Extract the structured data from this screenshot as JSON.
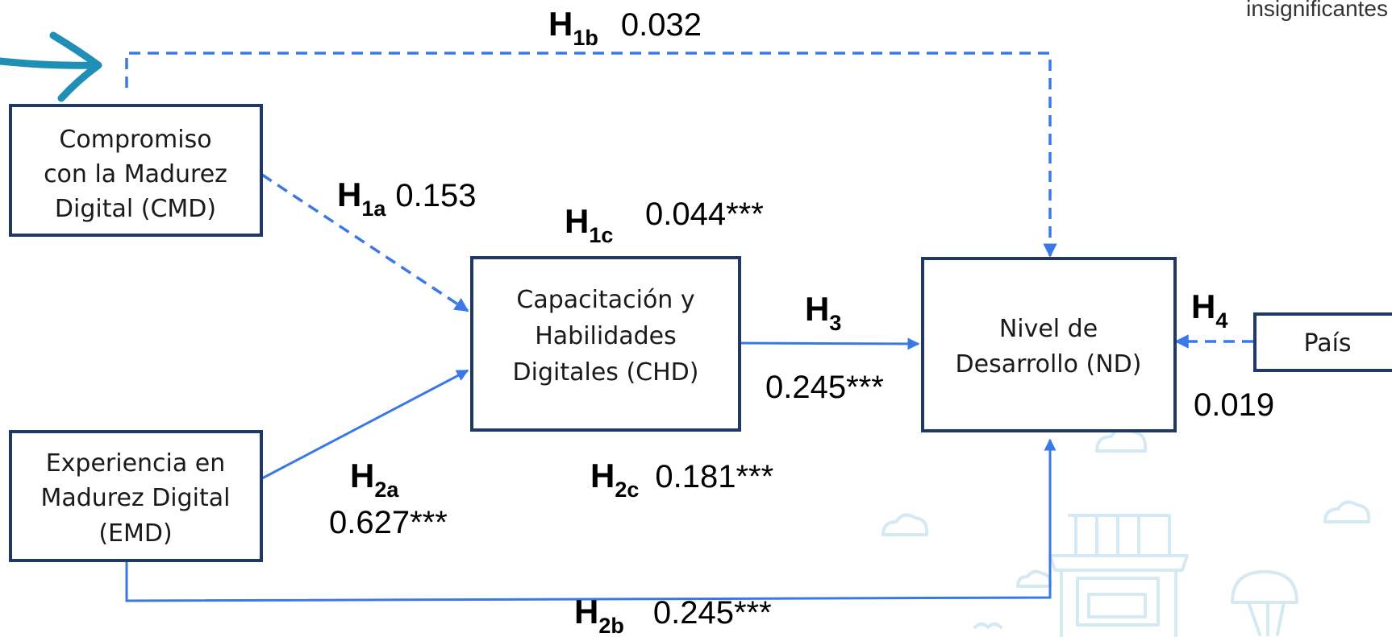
{
  "nodes": {
    "cmd": [
      "Compromiso",
      "con la Madurez",
      "Digital (CMD)"
    ],
    "emd": [
      "Experiencia en",
      "Madurez Digital",
      "(EMD)"
    ],
    "chd": [
      "Capacitación y",
      "Habilidades",
      "Digitales (CHD)"
    ],
    "nd": [
      "Nivel de",
      "Desarrollo (ND)"
    ],
    "pais": [
      "País"
    ]
  },
  "paths": {
    "h1a": {
      "h": "H",
      "sub": "1a",
      "coef": "0.153"
    },
    "h1b": {
      "h": "H",
      "sub": "1b",
      "coef": "0.032"
    },
    "h1c": {
      "h": "H",
      "sub": "1c",
      "coef": "0.044***"
    },
    "h2a": {
      "h": "H",
      "sub": "2a",
      "coef": "0.627***"
    },
    "h2b": {
      "h": "H",
      "sub": "2b",
      "coef": "0.245***"
    },
    "h2c": {
      "h": "H",
      "sub": "2c",
      "coef": "0.181***"
    },
    "h3": {
      "h": "H",
      "sub": "3",
      "coef": "0.245***"
    },
    "h4": {
      "h": "H",
      "sub": "4",
      "coef": "0.019"
    }
  },
  "note": "insignificantes",
  "colors": {
    "box_border": "#1f3864",
    "arrow": "#3b78e7",
    "hand_arrow": "#1f8fb5",
    "decoration": "#d5e9f3"
  },
  "line_styles": {
    "dashed": [
      "h1a",
      "h1b",
      "h4"
    ],
    "solid": [
      "h2a",
      "h2b",
      "h3"
    ]
  }
}
